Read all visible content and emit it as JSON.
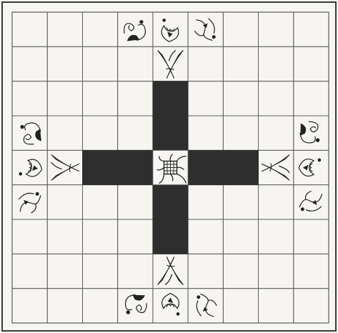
{
  "board": {
    "rows": 9,
    "cols": 9,
    "colors": {
      "paper": "#f6f5f1",
      "grid": "#5a5a5a",
      "ink": "#222222",
      "dark": "#2e2e2e",
      "frame": "#3a3a3a"
    },
    "dark_squares": [
      [
        2,
        4
      ],
      [
        3,
        4
      ],
      [
        4,
        2
      ],
      [
        4,
        3
      ],
      [
        4,
        5
      ],
      [
        4,
        6
      ],
      [
        5,
        4
      ],
      [
        6,
        4
      ]
    ],
    "leaf_squares": [
      {
        "r": 1,
        "c": 4,
        "dir": "down"
      },
      {
        "r": 7,
        "c": 4,
        "dir": "up"
      },
      {
        "r": 4,
        "c": 1,
        "dir": "right"
      },
      {
        "r": 4,
        "c": 7,
        "dir": "left"
      }
    ],
    "center_square": {
      "r": 4,
      "c": 4
    },
    "ornament_squares": [
      {
        "r": 0,
        "c": 3
      },
      {
        "r": 0,
        "c": 4
      },
      {
        "r": 0,
        "c": 5
      },
      {
        "r": 8,
        "c": 3
      },
      {
        "r": 8,
        "c": 4
      },
      {
        "r": 8,
        "c": 5
      },
      {
        "r": 3,
        "c": 0
      },
      {
        "r": 4,
        "c": 0
      },
      {
        "r": 5,
        "c": 0
      },
      {
        "r": 3,
        "c": 8
      },
      {
        "r": 4,
        "c": 8
      },
      {
        "r": 5,
        "c": 8
      }
    ]
  }
}
